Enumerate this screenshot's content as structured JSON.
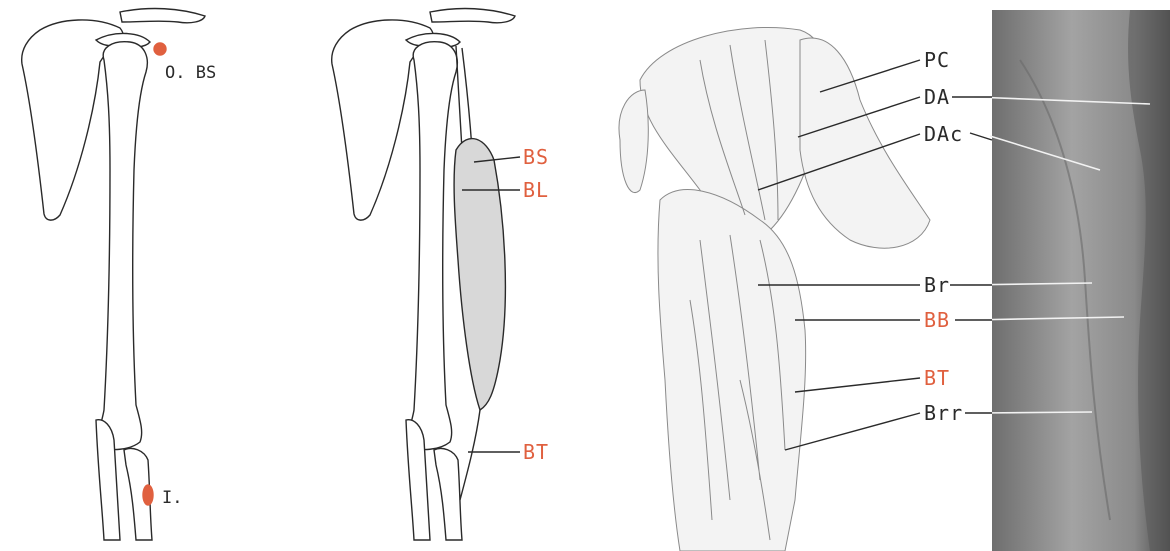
{
  "colors": {
    "ink": "#2a2a2a",
    "accent": "#e0603f",
    "bone_fill": "#ffffff",
    "muscle_fill": "#d8d8d8",
    "photo_bg": "#8f8f8f"
  },
  "panel1": {
    "origin_label": "O. BS",
    "insertion_label": "I."
  },
  "panel2": {
    "labels": [
      "BS",
      "BL",
      "BT"
    ]
  },
  "panel3": {
    "labels": [
      "PC",
      "DA",
      "DAc",
      "Br",
      "BB",
      "BT",
      "Brr"
    ]
  }
}
